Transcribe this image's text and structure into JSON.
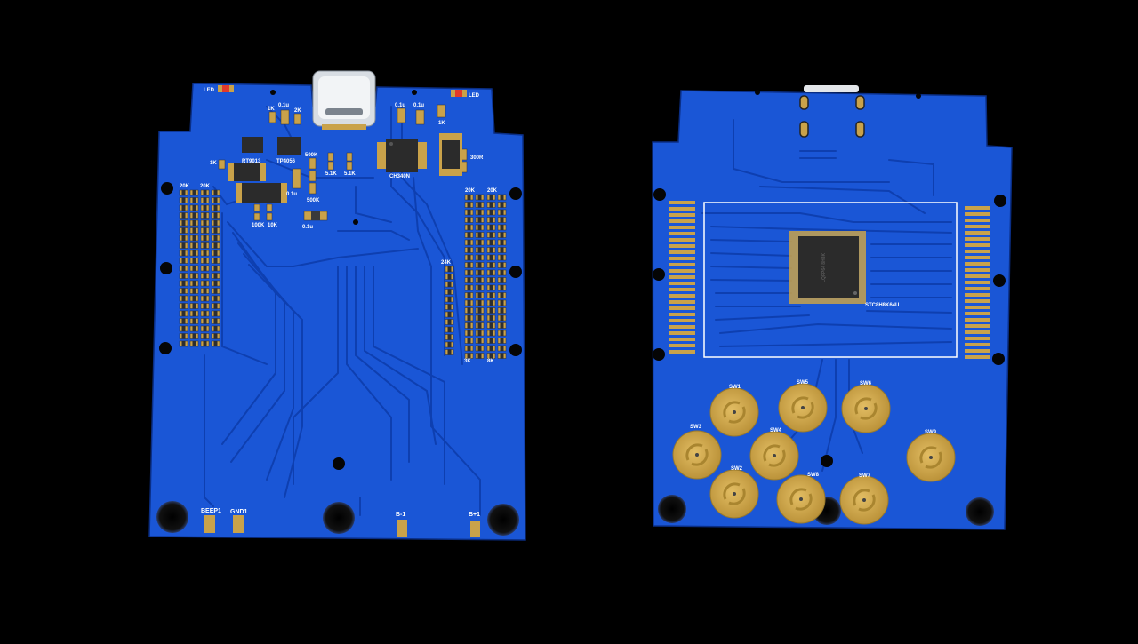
{
  "viewer": {
    "background": "#000000"
  },
  "colors": {
    "pcb": "#1a56d6",
    "trace": "#0e3fb0",
    "pad": "#c9a24a",
    "silk": "#ffffff",
    "ic": "#2b2b2b",
    "hole": "#050505"
  },
  "front_board": {
    "labels": {
      "led_left": "LED",
      "led_right": "LED",
      "r_1k_top": "1K",
      "c_01u_a": "0.1u",
      "r_2k": "2K",
      "c_01u_b": "0.1u",
      "c_01u_c": "0.1u",
      "r_1k_right": "1K",
      "r_1k_left": "1K",
      "ic_rt9013": "RT9013",
      "ic_tp4056": "TP4056",
      "r_500k_a": "500K",
      "r_5_1k_a": "5.1K",
      "r_5_1k_b": "5.1K",
      "ic_ch340n": "CH340N",
      "r_300r": "300R",
      "c_01u_d": "0.1u",
      "r_500k_b": "500K",
      "r_100k": "100K",
      "r_10k": "10K",
      "c_01u_e": "0.1u",
      "r_20k_1": "20K",
      "r_20k_2": "20K",
      "r_20k_3": "20K",
      "r_20k_4": "20K",
      "r_24k": "24K",
      "r_3k": "3K",
      "r_8k": "8K",
      "pad_beep": "BEEP1",
      "pad_gnd": "GND1",
      "pad_bminus": "B-1",
      "pad_bplus": "B+1"
    }
  },
  "back_board": {
    "labels": {
      "mcu_name": "STC8H8K64U",
      "mcu_marking": "LQFP64 8H8K",
      "sw1": "SW1",
      "sw2": "SW2",
      "sw3": "SW3",
      "sw4": "SW4",
      "sw5": "SW5",
      "sw6": "SW6",
      "sw7": "SW7",
      "sw8": "SW8",
      "sw9": "SW9"
    }
  }
}
